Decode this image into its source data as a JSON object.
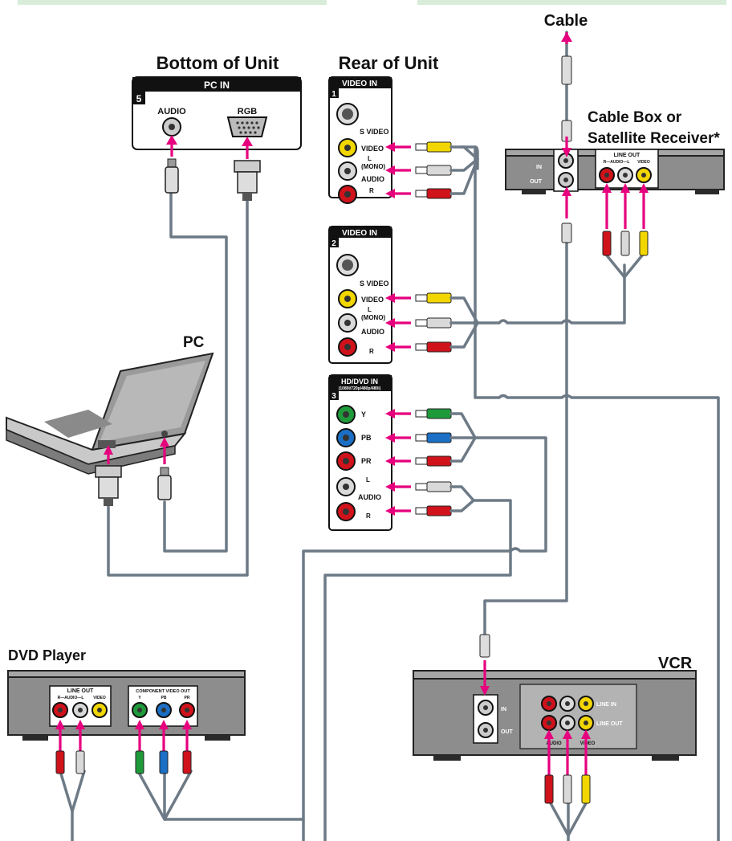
{
  "labels": {
    "cable": "Cable",
    "bottom_of_unit": "Bottom of Unit",
    "rear_of_unit": "Rear of Unit",
    "cable_box": "Cable Box or",
    "satellite_receiver": "Satellite Receiver*",
    "pc": "PC",
    "dvd_player": "DVD Player",
    "vcr": "VCR"
  },
  "pc_in_panel": {
    "header": "PC IN",
    "number": "5",
    "audio": "AUDIO",
    "rgb": "RGB"
  },
  "video_in_1": {
    "header": "VIDEO IN",
    "number": "1",
    "svideo": "S VIDEO",
    "video": "VIDEO",
    "l": "L",
    "mono": "(MONO)",
    "audio": "AUDIO",
    "r": "R"
  },
  "video_in_2": {
    "header": "VIDEO IN",
    "number": "2",
    "svideo": "S VIDEO",
    "video": "VIDEO",
    "l": "L",
    "mono": "(MONO)",
    "audio": "AUDIO",
    "r": "R"
  },
  "hd_dvd_in": {
    "header": "HD/DVD IN",
    "subheader": "(1080i/720p/480p/480i)",
    "number": "3",
    "y": "Y",
    "pb": "PB",
    "pr": "PR",
    "l": "L",
    "audio": "AUDIO",
    "r": "R"
  },
  "cable_box_panel": {
    "in": "IN",
    "out": "OUT",
    "line_out": "LINE OUT",
    "r_audio_l": "R—AUDIO—L",
    "video": "VIDEO"
  },
  "dvd_panel": {
    "line_out": "LINE OUT",
    "r_audio_l": "R—AUDIO—L",
    "video": "VIDEO",
    "component_out": "COMPONENT VIDEO OUT",
    "y": "Y",
    "pb": "PB",
    "pr": "PR"
  },
  "vcr_panel": {
    "in": "IN",
    "out": "OUT",
    "line_in": "LINE IN",
    "line_out": "LINE OUT",
    "audio": "AUDIO",
    "video": "VIDEO"
  },
  "colors": {
    "arrow": "#e6007e",
    "cable": "#6d7a86",
    "yellow": "#f2d600",
    "white": "#d9d9d9",
    "red": "#d0121b",
    "green": "#1f9a3a",
    "blue": "#1b6fc4"
  }
}
